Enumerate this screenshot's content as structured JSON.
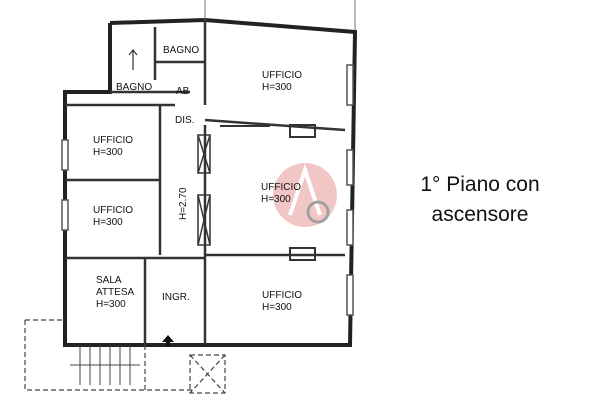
{
  "rooms": {
    "bagno_top": "BAGNO",
    "bagno_left": "BAGNO",
    "ab": "AB",
    "ufficio_top_right": {
      "name": "UFFICIO",
      "height": "H=300"
    },
    "dis": "DIS.",
    "ufficio_left_1": {
      "name": "UFFICIO",
      "height": "H=300"
    },
    "ufficio_center": {
      "name": "UFFICIO",
      "height": "H=300"
    },
    "ufficio_left_2": {
      "name": "UFFICIO",
      "height": "H=300"
    },
    "corridor_height": "H=2.70",
    "sala_attesa": {
      "name_line1": "SALA",
      "name_line2": "ATTESA",
      "height": "H=300"
    },
    "ingr": "INGR.",
    "ufficio_bottom_right": {
      "name": "UFFICIO",
      "height": "H=300"
    }
  },
  "caption": {
    "line1": "1° Piano con",
    "line2": "ascensore"
  },
  "watermark_color": "#d9534f"
}
